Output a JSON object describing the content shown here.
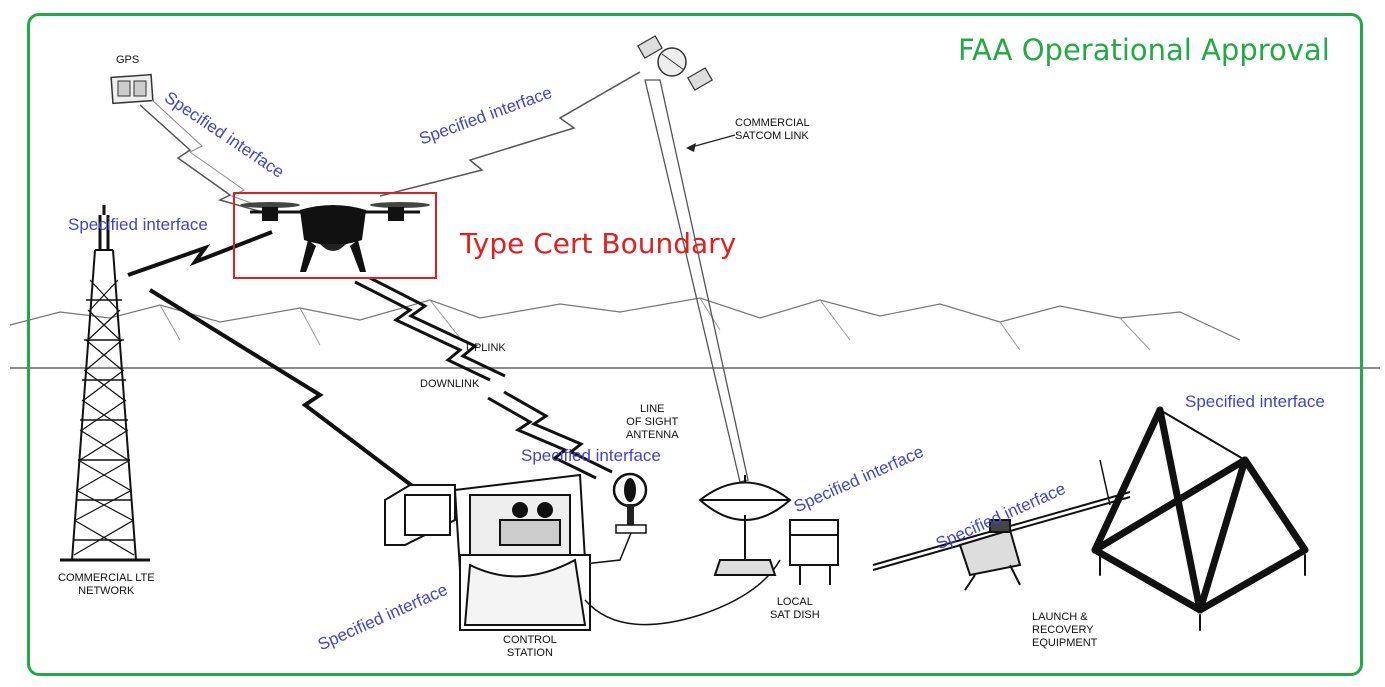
{
  "header": {
    "title": "FAA Operational Approval"
  },
  "type_cert": {
    "label": "Type Cert Boundary"
  },
  "interfaces": {
    "label": "Specified interface"
  },
  "equipment": {
    "gps": "GPS",
    "satcom": [
      "COMMERCIAL",
      "SATCOM LINK"
    ],
    "uplink": "UPLINK",
    "downlink": "DOWNLINK",
    "los_antenna": [
      "LINE",
      "OF SIGHT",
      "ANTENNA"
    ],
    "lte": [
      "COMMERCIAL LTE",
      "NETWORK"
    ],
    "control_station": [
      "CONTROL",
      "STATION"
    ],
    "sat_dish": [
      "LOCAL",
      "SAT DISH"
    ],
    "launch": [
      "LAUNCH &",
      "RECOVERY",
      "EQUIPMENT"
    ]
  },
  "colors": {
    "approval": "#22aa44",
    "boundary": "#e02020",
    "interface": "#4444cc"
  }
}
